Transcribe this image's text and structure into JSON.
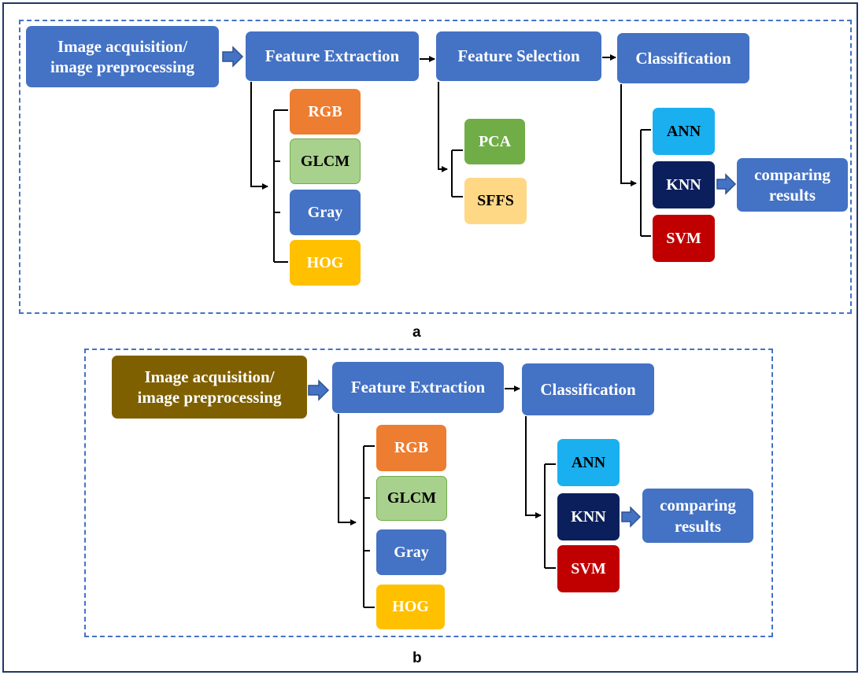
{
  "panel_a": {
    "label": "a",
    "stages": {
      "acquisition": "Image acquisition/\nimage preprocessing",
      "feature_extraction": "Feature Extraction",
      "feature_selection": "Feature Selection",
      "classification": "Classification"
    },
    "features": [
      "RGB",
      "GLCM",
      "Gray",
      "HOG"
    ],
    "selectors": [
      "PCA",
      "SFFS"
    ],
    "classifiers": [
      "ANN",
      "KNN",
      "SVM"
    ],
    "result": "comparing\nresults"
  },
  "panel_b": {
    "label": "b",
    "stages": {
      "acquisition": "Image acquisition/\nimage preprocessing",
      "feature_extraction": "Feature Extraction",
      "classification": "Classification"
    },
    "features": [
      "RGB",
      "GLCM",
      "Gray",
      "HOG"
    ],
    "classifiers": [
      "ANN",
      "KNN",
      "SVM"
    ],
    "result": "comparing\nresults"
  },
  "colors": {
    "stage_blue": "#4472c4",
    "rgb_orange": "#ed7d31",
    "glcm_green": "#a9d18e",
    "gray_blue": "#4472c4",
    "hog_gold": "#ffc000",
    "pca_green": "#70ad47",
    "sffs_peach": "#ffd886",
    "ann_cyan": "#1ab0f0",
    "knn_navy": "#0b1f5c",
    "svm_red": "#c00000",
    "acquisition_b_brown": "#7f6000",
    "frame_navy": "#1f3864",
    "dash_blue": "#4472c4"
  }
}
